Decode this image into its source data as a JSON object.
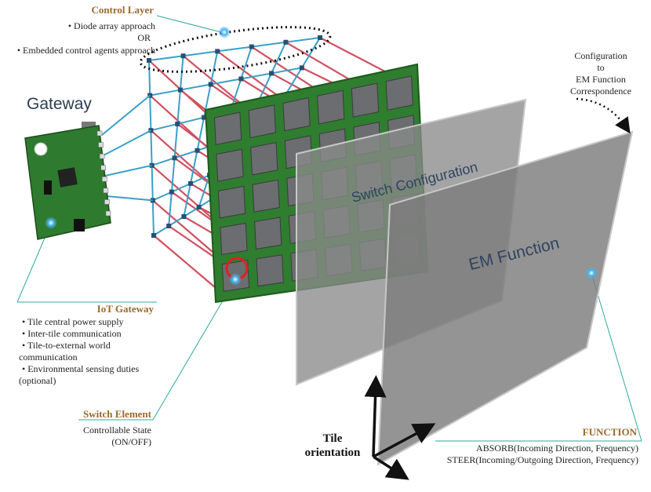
{
  "colors": {
    "heading": "#9a6a2e",
    "pcb": "#2f7d2f",
    "wire_red": "#d05060",
    "wire_blue": "#3aa0c8",
    "panel": "#8f8f8f",
    "marker": "#46b4f0"
  },
  "control_layer": {
    "heading": "Control Layer",
    "line1": "• Diode array approach",
    "line2": "OR",
    "line3": "• Embedded control agents approach"
  },
  "gateway": {
    "title": "Gateway"
  },
  "iot_gateway": {
    "heading": "IoT Gateway",
    "items": [
      "• Tile central power supply",
      "• Inter-tile communication",
      "• Tile-to-external world",
      "communication",
      "• Environmental sensing duties",
      "(optional)"
    ]
  },
  "switch_element": {
    "heading": "Switch Element",
    "line1": "Controllable State",
    "line2": "(ON/OFF)"
  },
  "config_map": {
    "line1": "Configuration",
    "line2": "to",
    "line3": "EM Function",
    "line4": "Correspondence"
  },
  "panels": {
    "switch_configuration": "Switch Configuration",
    "em_function": "EM Function"
  },
  "function": {
    "heading": "FUNCTION",
    "line1": "ABSORB(Incoming Direction, Frequency)",
    "line2": "STEER(Incoming/Outgoing Direction, Frequency)"
  },
  "tile_orientation": {
    "line1": "Tile",
    "line2": "orientation"
  }
}
